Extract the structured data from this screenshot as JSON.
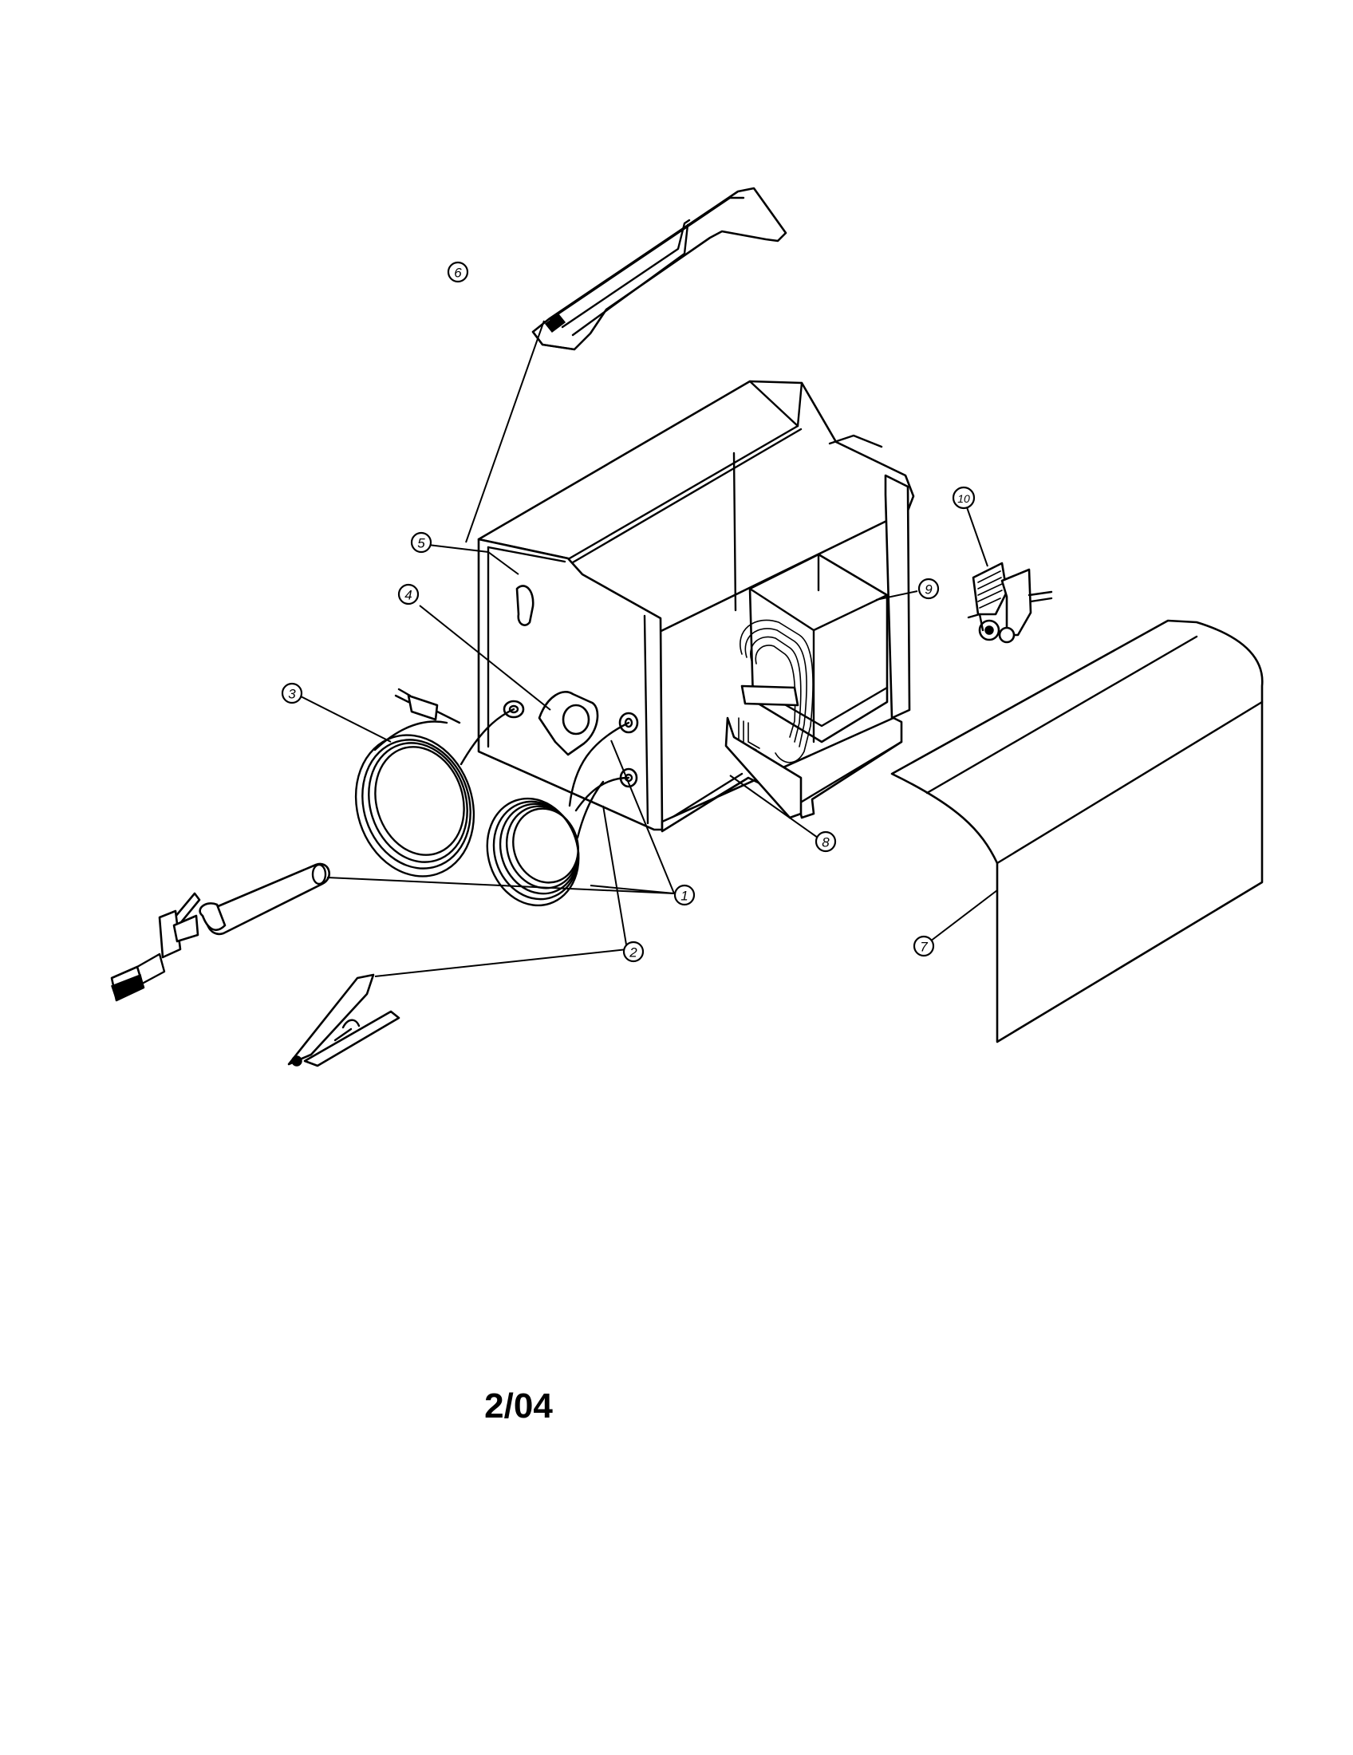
{
  "diagram": {
    "callouts": [
      "1",
      "2",
      "3",
      "4",
      "5",
      "6",
      "7",
      "8",
      "9",
      "10"
    ],
    "date_code": "2/04"
  }
}
